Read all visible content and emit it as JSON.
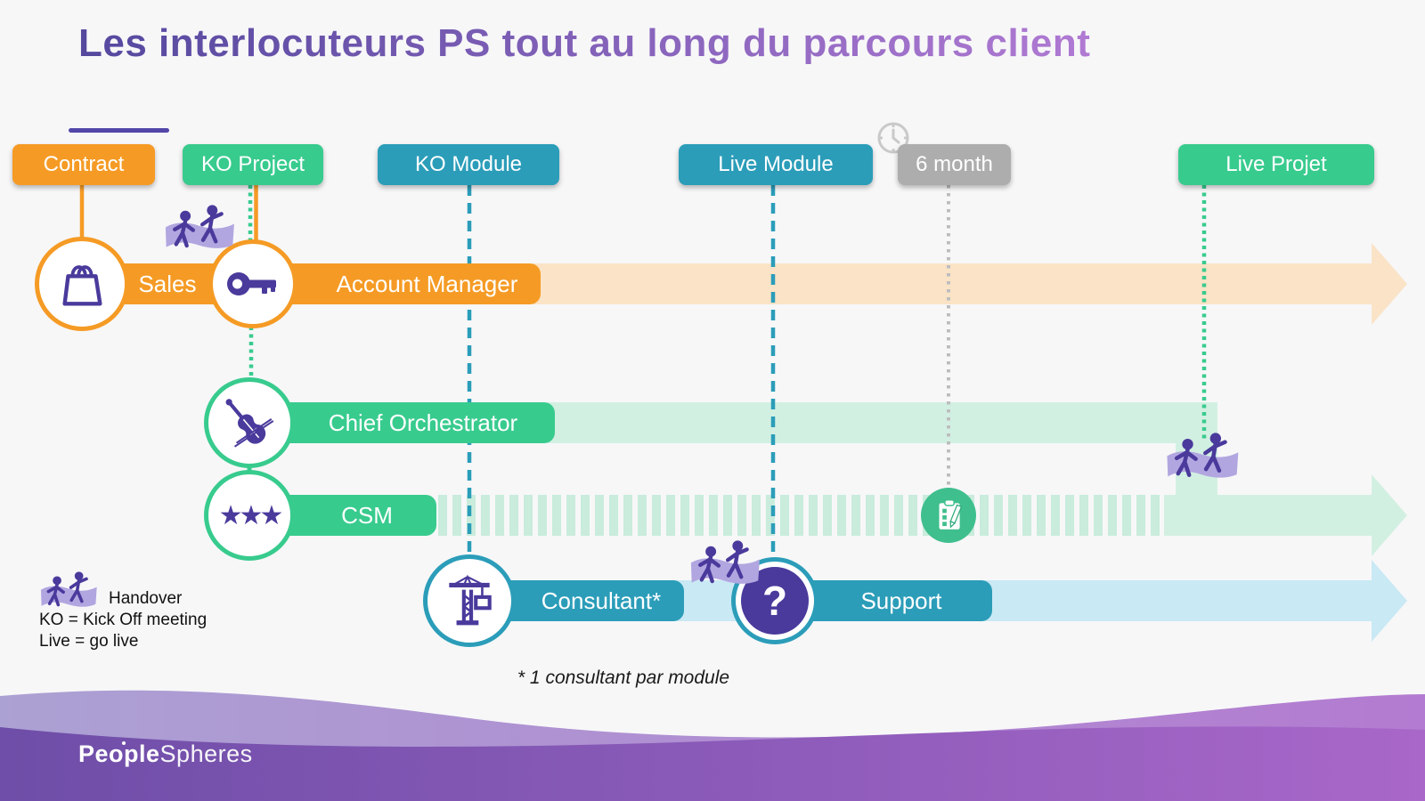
{
  "title": "Les interlocuteurs PS tout au long du parcours client",
  "milestones": [
    {
      "id": "contract",
      "label": "Contract",
      "color": "#F59B25"
    },
    {
      "id": "ko-project",
      "label": "KO Project",
      "color": "#38CB8E"
    },
    {
      "id": "ko-module",
      "label": "KO Module",
      "color": "#2B9DB9"
    },
    {
      "id": "live-module",
      "label": "Live Module",
      "color": "#2B9DB9"
    },
    {
      "id": "six-month",
      "label": "6 month",
      "color": "#ADADAD"
    },
    {
      "id": "live-projet",
      "label": "Live Projet",
      "color": "#38CB8E"
    }
  ],
  "roles": {
    "sales": "Sales",
    "account_manager": "Account Manager",
    "chief_orchestrator": "Chief Orchestrator",
    "csm": "CSM",
    "consultant": "Consultant*",
    "support": "Support"
  },
  "icons": {
    "csm_stars": "★★★",
    "support_qmark": "?",
    "sales": "shopping-bag",
    "account_manager": "key",
    "chief_orchestrator": "violin",
    "consultant": "crane",
    "csm_checkpoint": "clipboard-checklist",
    "six_month": "clock",
    "handover": "two-people-banner"
  },
  "legend": {
    "handover_label": "Handover",
    "ko_line": "KO = Kick Off meeting",
    "live_line": "Live = go live"
  },
  "footnote": "* 1 consultant par module",
  "footer": {
    "logo_bold": "People",
    "logo_light": "Spheres"
  },
  "colors": {
    "orange": "#F59B25",
    "orange_light": "#FAE3C6",
    "green": "#38CB8E",
    "green_light": "#D2F0E2",
    "green_stripe": "#C9ECDC",
    "teal": "#2B9DB9",
    "teal_light": "#C9E9F4",
    "gray": "#ADADAD",
    "gray_line": "#BDBDBD",
    "purple_icon": "#4A3A9C",
    "banner": "#B2A6E0",
    "title_start": "#54489E",
    "title_end": "#B07AD3",
    "footer_light_start": "#ACA1D3",
    "footer_light_end": "#B37BD1",
    "footer_dark_start": "#6E4EA8",
    "footer_dark_end": "#A867C9",
    "bg": "#F7F7F8",
    "clipboard_green": "#3FBF8D"
  }
}
